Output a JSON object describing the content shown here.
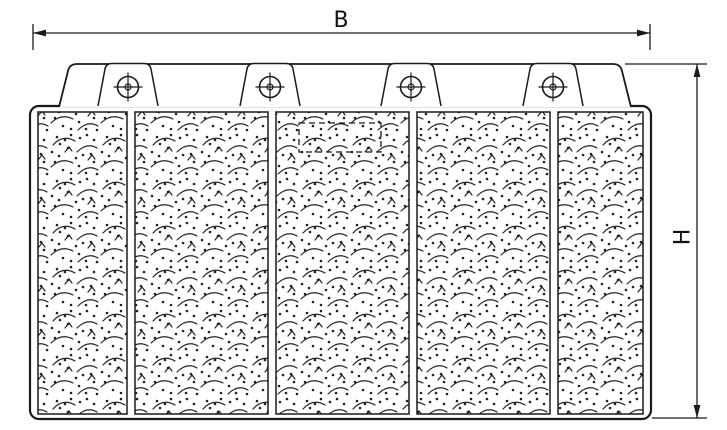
{
  "page": {
    "background": "#ffffff",
    "line_color": "#1a1a1a"
  },
  "labels": {
    "width_dimension": "B",
    "height_dimension": "H"
  },
  "figure": {
    "type": "technical-drawing",
    "subject": "front view of a battery-style housing with stippled texture",
    "panel_count": 5,
    "terminal_count": 4
  }
}
